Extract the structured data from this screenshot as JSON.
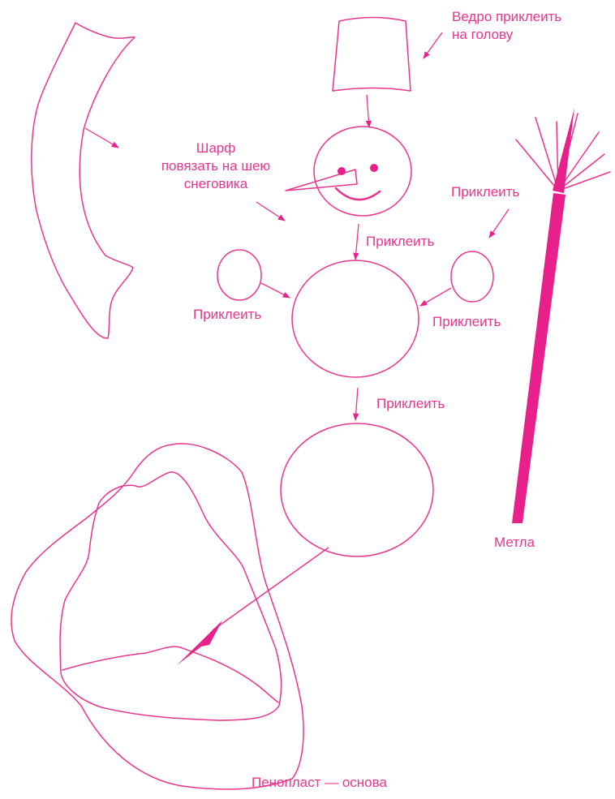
{
  "theme": {
    "line_color": "#e8358f",
    "fill_color": "#e8208c",
    "text_color": "#e8358f",
    "background": "#ffffff"
  },
  "labels": {
    "bucket_line1": "Ведро приклеить",
    "bucket_line2": "на голову",
    "scarf_line1": "Шарф",
    "scarf_line2": "повязать на шею",
    "scarf_line3": "снеговика",
    "glue_head": "Приклеить",
    "glue_right_hand": "Приклеить",
    "glue_left_hand": "Приклеить",
    "glue_right_body": "Приклеить",
    "glue_lower": "Приклеить",
    "broom": "Метла",
    "foam_base": "Пенопласт — основа"
  }
}
